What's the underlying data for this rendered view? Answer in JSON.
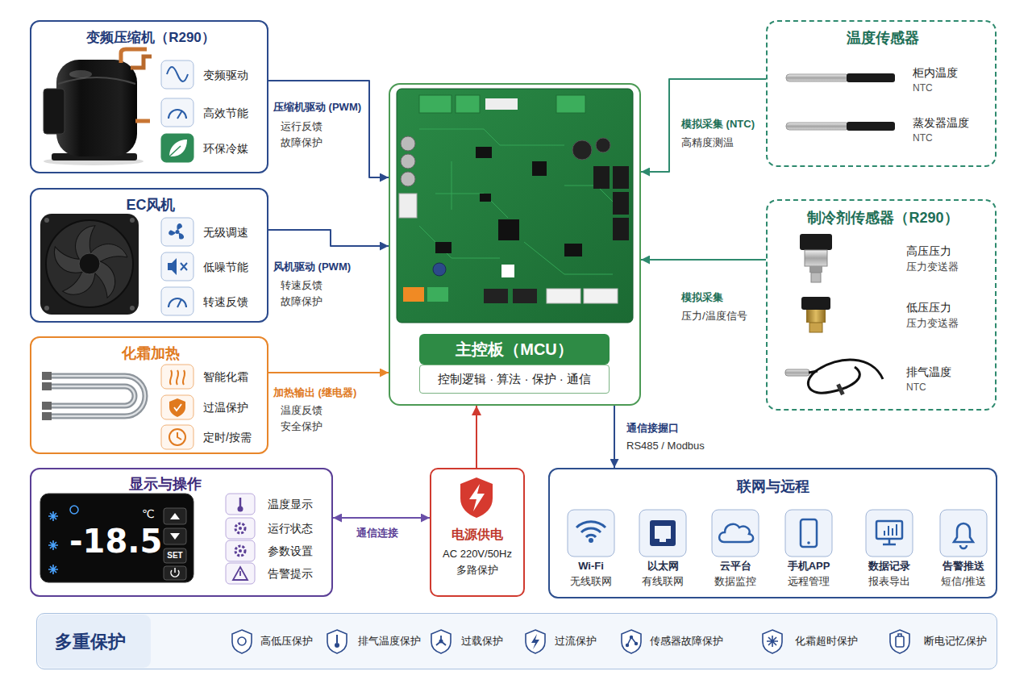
{
  "diagram": {
    "nodes": [
      {
        "text": [
          "变频压缩机（R290）",
          "变频驱动",
          "高效节能",
          "环保冷媒"
        ]
      },
      {
        "text": [
          "EC风机",
          "无级调速",
          "低噪节能",
          "转速反馈"
        ]
      },
      {
        "text": [
          "化霜加热",
          "智能化霜",
          "过温保护",
          "定时/按需"
        ]
      },
      {
        "text": [
          "显示与操作",
          "温度显示",
          "运行状态",
          "参数设置",
          "告警提示"
        ]
      },
      {
        "text": [
          "主控板（MCU）",
          "控制逻辑 · 算法 · 保护 · 通信"
        ]
      },
      {
        "text": [
          "温度传感器",
          "柜内温度",
          "NTC",
          "蒸发器温度",
          "NTC"
        ]
      },
      {
        "text": [
          "制冷剂传感器（R290）",
          "高压压力",
          "压力变送器",
          "低压压力",
          "压力变送器",
          "排气温度",
          "NTC"
        ]
      },
      {
        "text": [
          "电源供电",
          "AC 220V/50Hz",
          "多路保护"
        ]
      },
      {
        "text": [
          "联网与远程"
        ]
      },
      {
        "text": [
          "Wi-Fi",
          "无线联网"
        ],
        "in": 8
      },
      {
        "text": [
          "以太网",
          "有线联网"
        ],
        "in": 8
      },
      {
        "text": [
          "云平台",
          "数据监控"
        ],
        "in": 8
      },
      {
        "text": [
          "手机APP",
          "远程管理"
        ],
        "in": 8
      },
      {
        "text": [
          "数据记录",
          "报表导出"
        ],
        "in": 8
      },
      {
        "text": [
          "告警推送",
          "短信/推送"
        ],
        "in": 8
      },
      {
        "text": [
          "多重保护",
          "高低压保护",
          "排气温度保护",
          "过载保护",
          "过流保护",
          "传感器故障保护",
          "化霜超时保护",
          "断电记忆保护"
        ]
      }
    ],
    "edges": [
      {
        "from": 0,
        "to": 4,
        "arrow": "to",
        "label": "压缩机驱动 (PWM)"
      },
      {
        "from": 1,
        "to": 4,
        "arrow": "to",
        "label": "风机驱动 (PWM)"
      },
      {
        "from": 2,
        "to": 4,
        "arrow": "to",
        "label": "加热输出 (继电器)"
      },
      {
        "from": 5,
        "to": 4,
        "arrow": "to",
        "label": "模拟采集 (NTC)"
      },
      {
        "from": 6,
        "to": 4,
        "arrow": "to",
        "label": "模拟采集"
      },
      {
        "from": 7,
        "to": 4,
        "arrow": "to"
      },
      {
        "from": 4,
        "to": 8,
        "arrow": "to",
        "label": "通信接握口"
      },
      {
        "from": 3,
        "to": 7,
        "arrow": "both",
        "label": "通信连接"
      }
    ],
    "labels": [
      "运行反馈",
      "故障保护",
      "转速反馈",
      "故障保护",
      "温度反馈",
      "安全保护",
      "高精度测温",
      "压力/温度信号",
      "RS485 / Modbus",
      "-18.5",
      "℃",
      "SET"
    ]
  }
}
